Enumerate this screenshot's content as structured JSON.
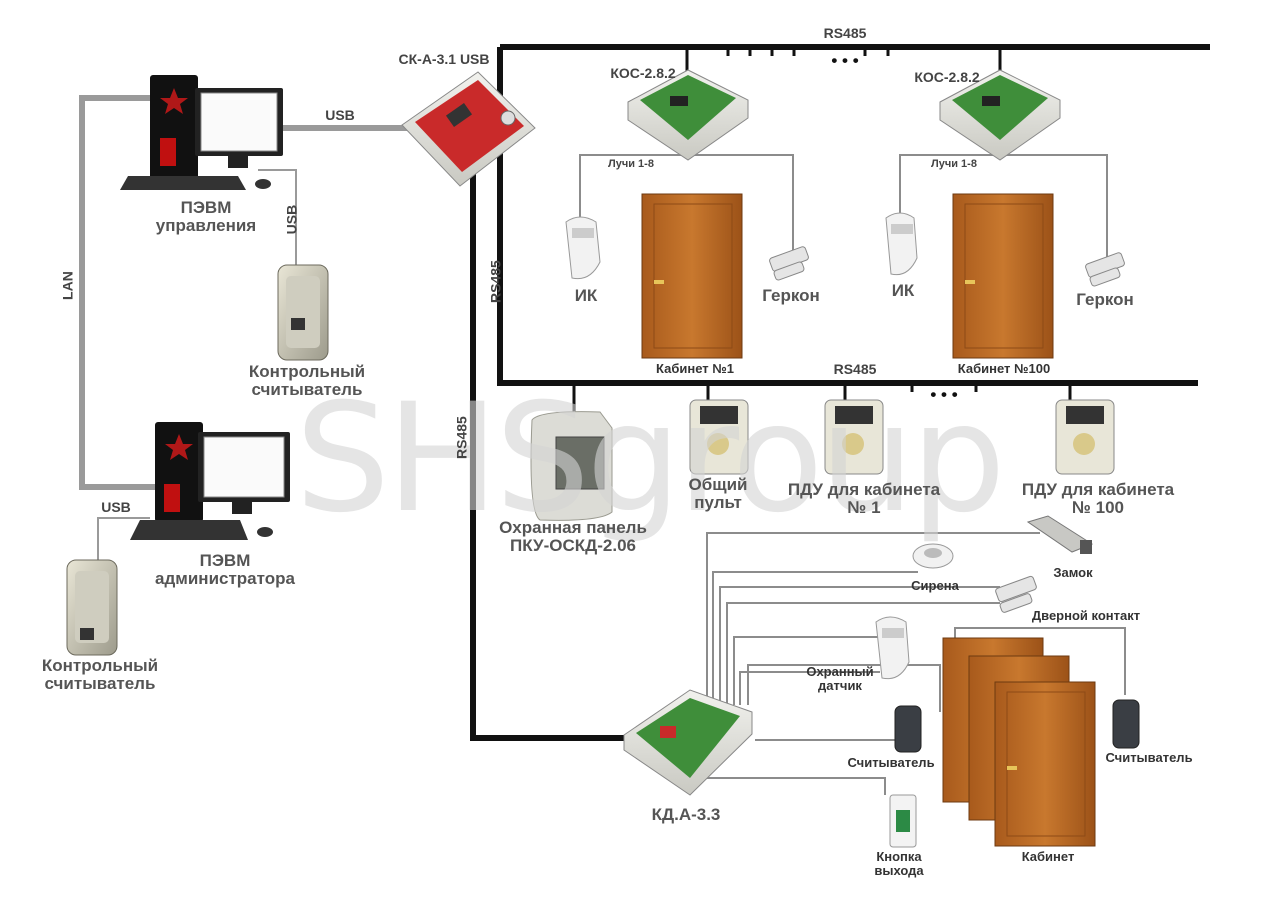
{
  "watermark": "SHSgroup",
  "computers": {
    "control_pc": "ПЭВМ\nуправления",
    "admin_pc": "ПЭВМ\nадминистратора",
    "reader_top": "Контрольный\nсчитыватель",
    "reader_bottom": "Контрольный\nсчитыватель"
  },
  "links": {
    "lan": "LAN",
    "usb_top": "USB",
    "usb_vertical": "USB",
    "usb_bottom": "USB",
    "rs485_top": "RS485",
    "rs485_mid": "RS485",
    "rs485_vertical_a": "RS485",
    "rs485_vertical_b": "RS485",
    "dots_top": "• • •",
    "dots_mid": "• • •"
  },
  "controllers": {
    "ska": "СК-А-3.1 USB",
    "kos_left": "КОС-2.8.2",
    "kos_right": "КОС-2.8.2",
    "kda": "КД.А-3.3"
  },
  "rooms": {
    "rays_left": "Лучи 1-8",
    "rays_right": "Лучи 1-8",
    "ik_left": "ИК",
    "ik_right": "ИК",
    "gerkon_left": "Геркон",
    "gerkon_right": "Геркон",
    "cabinet_1": "Кабинет №1",
    "cabinet_100": "Кабинет №100"
  },
  "panels": {
    "security_panel": "Охранная панель\nПКУ-ОСКД-2.06",
    "common_console": "Общий\nпульт",
    "pdu_1": "ПДУ для кабинета\n№ 1",
    "pdu_100": "ПДУ для кабинета\n№ 100"
  },
  "kda_devices": {
    "siren": "Сирена",
    "lock": "Замок",
    "door_contact": "Дверной контакт",
    "security_sensor": "Охранный\nдатчик",
    "reader_in": "Считыватель",
    "reader_out": "Считыватель",
    "exit_button": "Кнопка\nвыхода",
    "cabinet": "Кабинет"
  }
}
